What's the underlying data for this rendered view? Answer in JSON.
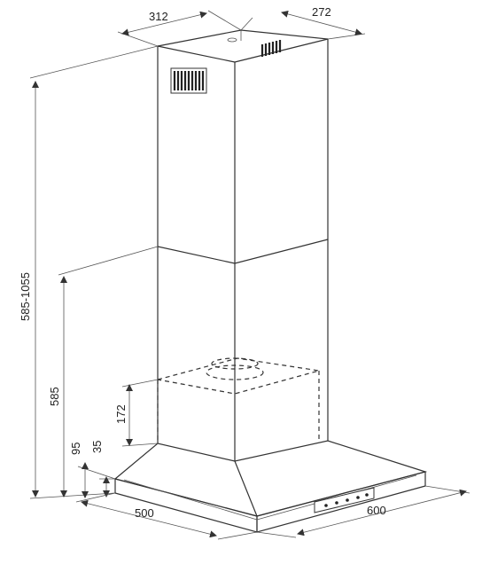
{
  "dimensions": {
    "top_width": "312",
    "top_depth": "272",
    "total_height": "585-1055",
    "lower_height": "585",
    "filter_height": "172",
    "canopy_height": "95",
    "base_height": "35",
    "depth": "500",
    "width": "600"
  },
  "colors": {
    "line": "#333333",
    "text": "#222222",
    "background": "#ffffff"
  }
}
